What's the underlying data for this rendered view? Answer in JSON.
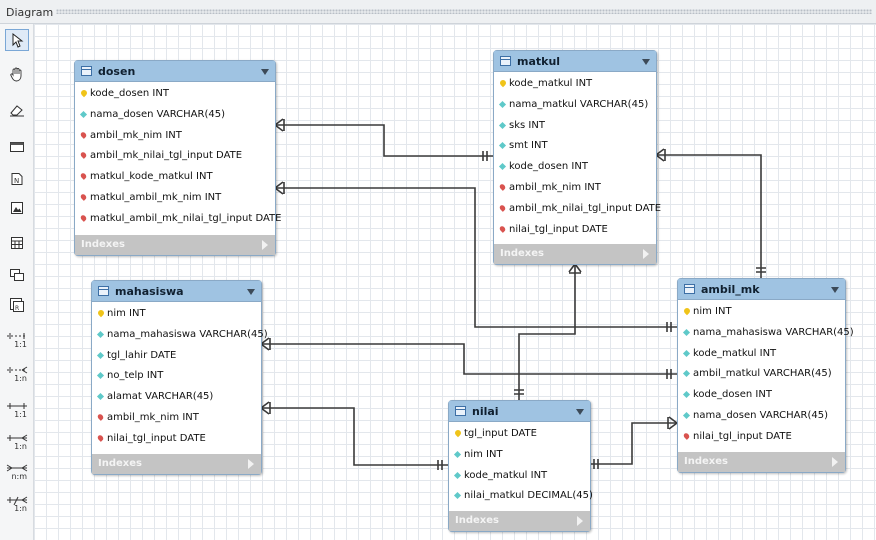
{
  "panel": {
    "title": "Diagram"
  },
  "toolbar": {
    "tools": [
      {
        "name": "pointer-tool",
        "icon": "pointer-arrow-icon",
        "label": ""
      },
      {
        "name": "hand-tool",
        "icon": "hand-icon",
        "label": ""
      },
      {
        "name": "eraser-tool",
        "icon": "eraser-icon",
        "label": ""
      },
      {
        "name": "layer-tool",
        "icon": "layer-icon",
        "label": ""
      },
      {
        "name": "note-tool",
        "icon": "note-icon",
        "label": ""
      },
      {
        "name": "image-tool",
        "icon": "image-icon",
        "label": ""
      },
      {
        "name": "table-tool",
        "icon": "table-icon",
        "label": ""
      },
      {
        "name": "view-tool",
        "icon": "view-icon",
        "label": ""
      },
      {
        "name": "routine-group-tool",
        "icon": "routine-group-icon",
        "label": ""
      },
      {
        "name": "relation-1-1-non-identifying",
        "icon": "relation-1-1-icon",
        "label": "1:1"
      },
      {
        "name": "relation-1-n-non-identifying",
        "icon": "relation-1-n-icon",
        "label": "1:n"
      },
      {
        "name": "relation-1-1-identifying",
        "icon": "relation-1-1-identifying-icon",
        "label": "1:1"
      },
      {
        "name": "relation-1-n-identifying",
        "icon": "relation-1-n-identifying-icon",
        "label": "1:n"
      },
      {
        "name": "relation-n-m",
        "icon": "relation-n-m-icon",
        "label": "n:m"
      },
      {
        "name": "relation-1-n-existing",
        "icon": "relation-1-n-existing-icon",
        "label": "1:n"
      }
    ]
  },
  "colors": {
    "header": "#9fc3e2",
    "border": "#8aa9c6",
    "indexes_bar": "#c4c4c4",
    "primary_key": "#f0c419",
    "foreign_key": "#d9534f",
    "attribute": "#5fc9c9",
    "connector": "#3a3a3a"
  },
  "tables": {
    "dosen": {
      "name": "dosen",
      "columns": [
        {
          "text": "kode_dosen INT",
          "kind": "key"
        },
        {
          "text": "nama_dosen VARCHAR(45)",
          "kind": "attr"
        },
        {
          "text": "ambil_mk_nim INT",
          "kind": "fk"
        },
        {
          "text": "ambil_mk_nilai_tgl_input DATE",
          "kind": "fk"
        },
        {
          "text": "matkul_kode_matkul INT",
          "kind": "fk"
        },
        {
          "text": "matkul_ambil_mk_nim INT",
          "kind": "fk"
        },
        {
          "text": "matkul_ambil_mk_nilai_tgl_input DATE",
          "kind": "fk"
        }
      ],
      "indexes_label": "Indexes"
    },
    "matkul": {
      "name": "matkul",
      "columns": [
        {
          "text": "kode_matkul INT",
          "kind": "key"
        },
        {
          "text": "nama_matkul VARCHAR(45)",
          "kind": "attr"
        },
        {
          "text": "sks INT",
          "kind": "attr"
        },
        {
          "text": "smt INT",
          "kind": "attr"
        },
        {
          "text": "kode_dosen INT",
          "kind": "attr"
        },
        {
          "text": "ambil_mk_nim INT",
          "kind": "fk"
        },
        {
          "text": "ambil_mk_nilai_tgl_input DATE",
          "kind": "fk"
        },
        {
          "text": "nilai_tgl_input DATE",
          "kind": "fk"
        }
      ],
      "indexes_label": "Indexes"
    },
    "mahasiswa": {
      "name": "mahasiswa",
      "columns": [
        {
          "text": "nim INT",
          "kind": "key"
        },
        {
          "text": "nama_mahasiswa VARCHAR(45)",
          "kind": "attr"
        },
        {
          "text": "tgl_lahir DATE",
          "kind": "attr"
        },
        {
          "text": "no_telp INT",
          "kind": "attr"
        },
        {
          "text": "alamat VARCHAR(45)",
          "kind": "attr"
        },
        {
          "text": "ambil_mk_nim INT",
          "kind": "fk"
        },
        {
          "text": "nilai_tgl_input DATE",
          "kind": "fk"
        }
      ],
      "indexes_label": "Indexes"
    },
    "ambil_mk": {
      "name": "ambil_mk",
      "columns": [
        {
          "text": "nim INT",
          "kind": "key"
        },
        {
          "text": "nama_mahasiswa VARCHAR(45)",
          "kind": "attr"
        },
        {
          "text": "kode_matkul INT",
          "kind": "attr"
        },
        {
          "text": "ambil_matkul VARCHAR(45)",
          "kind": "attr"
        },
        {
          "text": "kode_dosen INT",
          "kind": "attr"
        },
        {
          "text": "nama_dosen VARCHAR(45)",
          "kind": "attr"
        },
        {
          "text": "nilai_tgl_input DATE",
          "kind": "fk"
        }
      ],
      "indexes_label": "Indexes"
    },
    "nilai": {
      "name": "nilai",
      "columns": [
        {
          "text": "tgl_input DATE",
          "kind": "key"
        },
        {
          "text": "nim INT",
          "kind": "attr"
        },
        {
          "text": "kode_matkul INT",
          "kind": "attr"
        },
        {
          "text": "nilai_matkul DECIMAL(45)",
          "kind": "attr"
        }
      ],
      "indexes_label": "Indexes"
    }
  }
}
